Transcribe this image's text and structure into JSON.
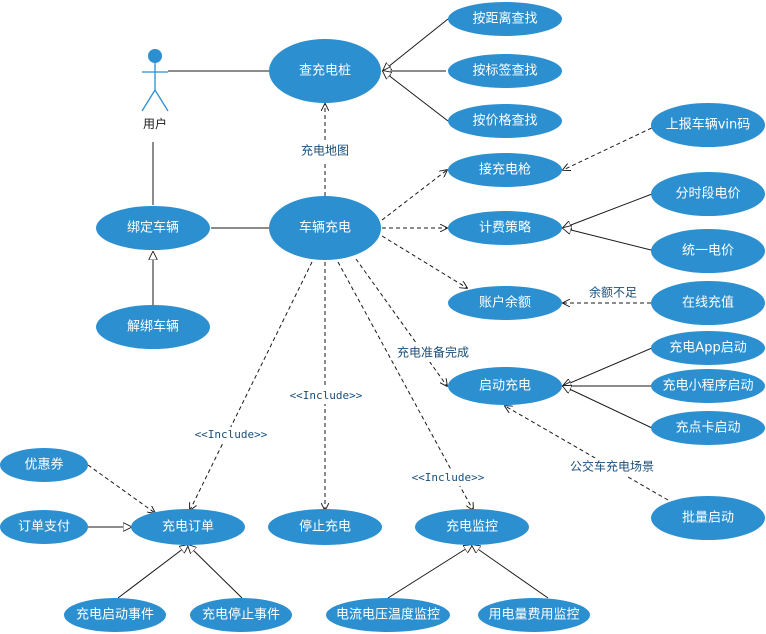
{
  "actor": {
    "label": "用户"
  },
  "nodes": {
    "find_pile": "查充电桩",
    "by_distance": "按距离查找",
    "by_tag": "按标签查找",
    "by_price": "按价格查找",
    "vehicle_charge": "车辆充电",
    "bind_vehicle": "绑定车辆",
    "unbind_vehicle": "解绑车辆",
    "plug_gun": "接充电枪",
    "report_vin": "上报车辆vin码",
    "billing": "计费策略",
    "time_price": "分时段电价",
    "uniform_price": "统一电价",
    "balance": "账户余额",
    "online_recharge": "在线充值",
    "start_charge": "启动充电",
    "app_start": "充电App启动",
    "miniapp_start": "充电小程序启动",
    "card_start": "充点卡启动",
    "batch_start": "批量启动",
    "coupon": "优惠券",
    "order_pay": "订单支付",
    "charge_order": "充电订单",
    "stop_charge": "停止充电",
    "charge_monitor": "充电监控",
    "start_event": "充电启动事件",
    "stop_event": "充电停止事件",
    "voltage_monitor": "电流电压温度监控",
    "usage_monitor": "用电量费用监控"
  },
  "labels": {
    "map": "充电地图",
    "insufficient": "余额不足",
    "ready": "充电准备完成",
    "bus_scene": "公交车充电场景",
    "include_order": "<<Include>>",
    "include_stop": "<<Include>>",
    "include_monitor": "<<Include>>"
  },
  "colors": {
    "node_fill": "#2b8fd0",
    "node_text": "#ffffff",
    "edge": "#1a1a1a"
  }
}
